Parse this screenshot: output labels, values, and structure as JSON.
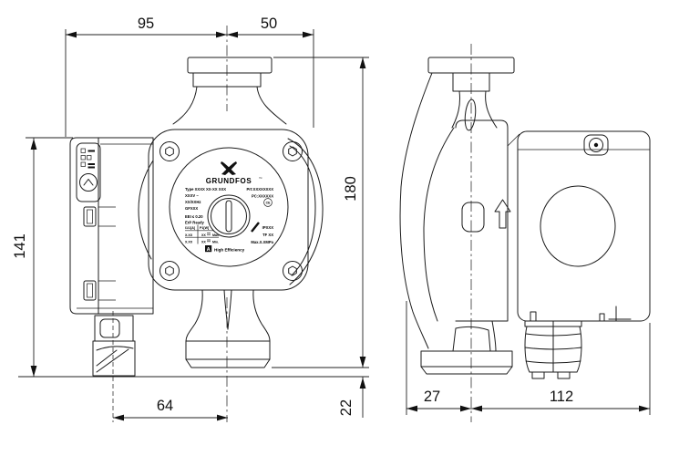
{
  "page": {
    "background": "#ffffff",
    "line_color": "#1b1b1b"
  },
  "dims": {
    "d95": "95",
    "d50": "50",
    "d180": "180",
    "d141": "141",
    "d64": "64",
    "d22": "22",
    "d27": "27",
    "d112": "112"
  },
  "nameplate": {
    "brand": "GRUNDFOS",
    "tm": "™",
    "type_line": "Type XXXX XX-XX XXX",
    "part": "Prt:XXXXXXXX",
    "voltage": "XXXV ~",
    "pc": "PC:XXXXXX",
    "freq": "XX/XXHz",
    "ce": "CE",
    "model": "GFXXX",
    "eei": "EEI ≤ 0.20",
    "erp": "ErP Ready",
    "tbl_h1": "I1/1[A]",
    "tbl_h2": "P1[W]",
    "r1c1": "X.XX",
    "r1c2": "XX",
    "r1l": "Max.",
    "r2c1": "X.XX",
    "r2c2": "XX",
    "r2l": "Min.",
    "ip": "IPXXX",
    "tf": "TF XX",
    "pmax": "Max.X.XMPa",
    "badge": "A",
    "eff": "High Efficiency"
  }
}
